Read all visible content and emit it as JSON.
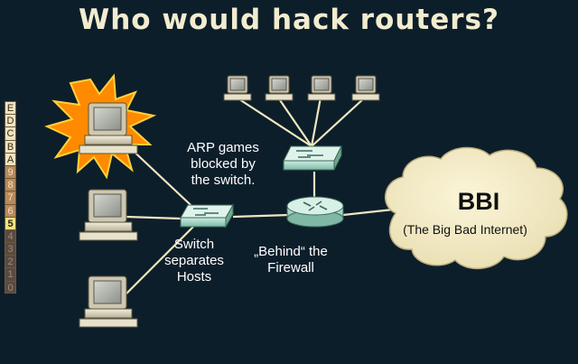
{
  "title": "Who would hack routers?",
  "slider": {
    "levels": [
      "E",
      "D",
      "C",
      "B",
      "A",
      "9",
      "8",
      "7",
      "6",
      "5",
      "4",
      "3",
      "2",
      "1",
      "0"
    ],
    "selected": "5"
  },
  "labels": {
    "arp_line1": "ARP games",
    "arp_line2": "blocked by",
    "arp_line3": "the switch.",
    "switch_line1": "Switch",
    "switch_line2": "separates",
    "switch_line3": "Hosts",
    "behind_line1": "„Behind“ the",
    "behind_line2": "Firewall"
  },
  "cloud": {
    "title": "BBI",
    "subtitle": "(The Big Bad Internet)"
  },
  "colors": {
    "background": "#0d1e2b",
    "link": "#efe6c0",
    "switch": "#a9d8c6",
    "cloud": "#f4ecc4",
    "burst": "#ff8a00"
  }
}
